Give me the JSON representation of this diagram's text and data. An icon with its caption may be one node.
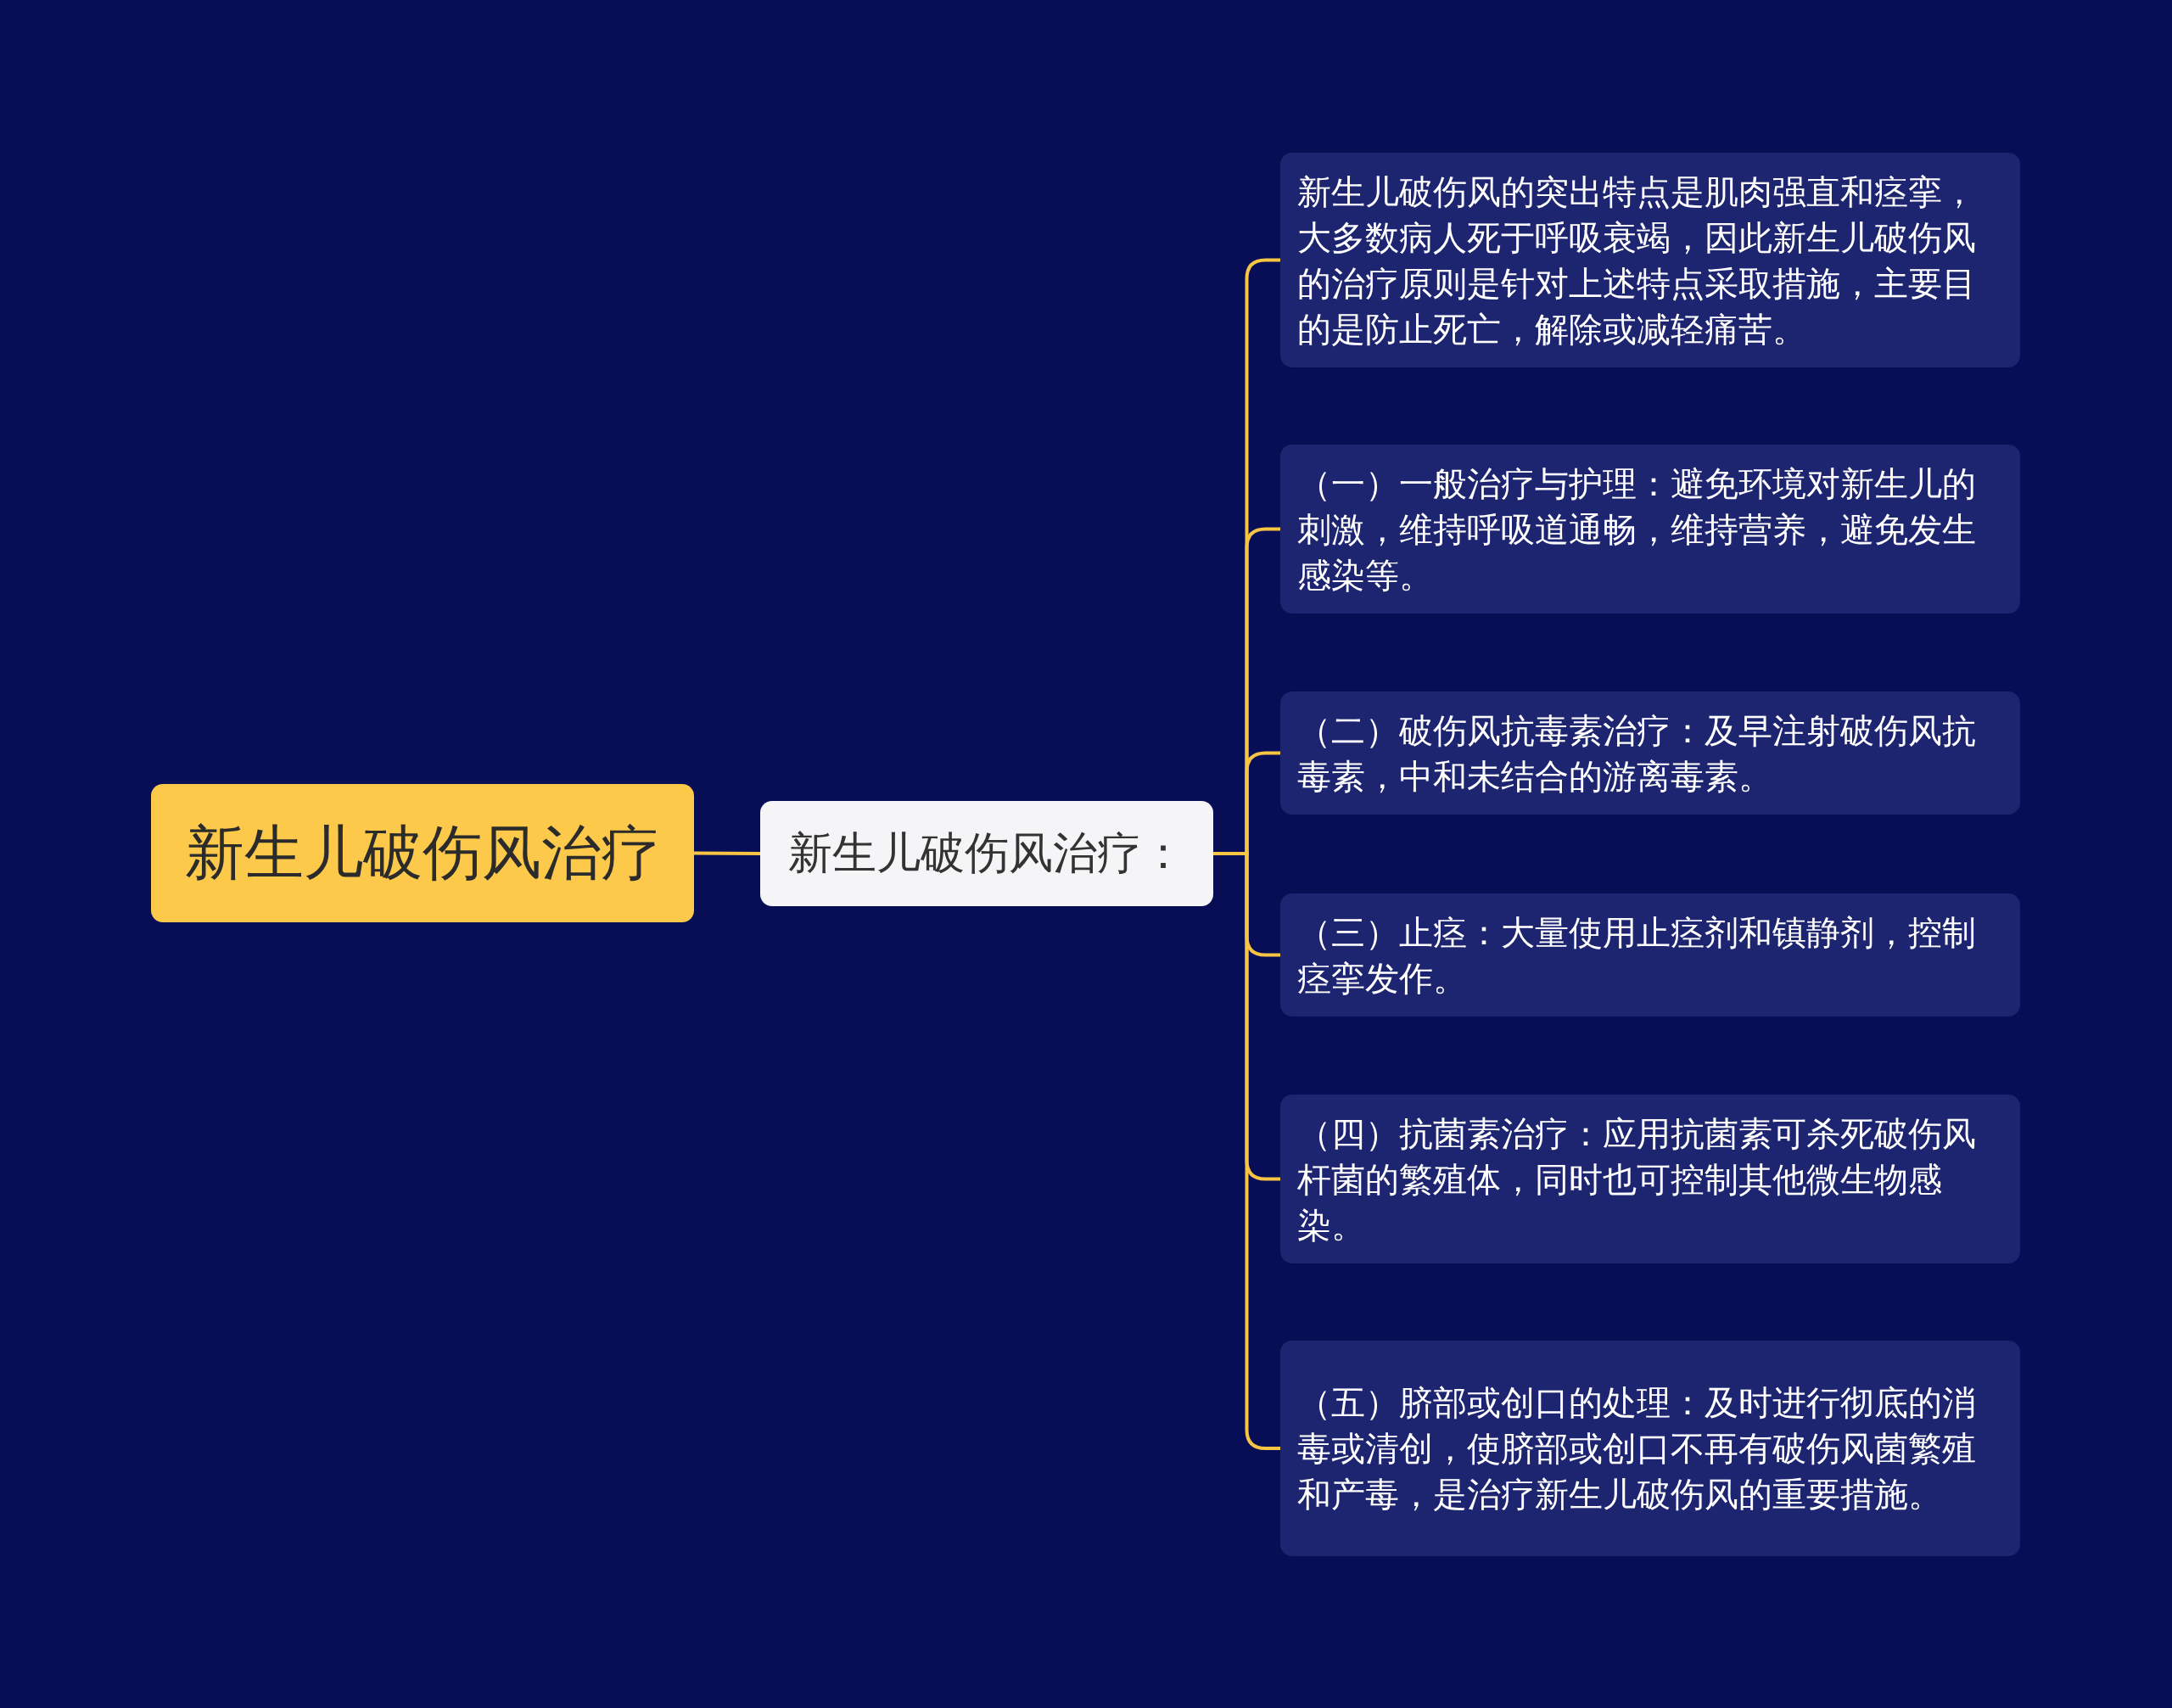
{
  "diagram": {
    "nodes": [
      {
        "text": [
          "新生儿破伤风治疗"
        ]
      },
      {
        "text": [
          "新生儿破伤风治疗："
        ]
      },
      {
        "text": [
          "新生儿破伤风的突出特点是肌肉强直和痉挛，大多数病人死于呼吸衰竭，因此新生儿破伤风的治疗原则是针对上述特点采取措施，主要目的是防止死亡，解除或减轻痛苦。"
        ]
      },
      {
        "text": [
          "（一）一般治疗与护理：避免环境对新生儿的刺激，维持呼吸道通畅，维持营养，避免发生感染等。"
        ]
      },
      {
        "text": [
          "（二）破伤风抗毒素治疗：及早注射破伤风抗毒素，中和未结合的游离毒素。"
        ]
      },
      {
        "text": [
          "（三）止痉：大量使用止痉剂和镇静剂，控制痉挛发作。"
        ]
      },
      {
        "text": [
          "（四）抗菌素治疗：应用抗菌素可杀死破伤风杆菌的繁殖体，同时也可控制其他微生物感染。"
        ]
      },
      {
        "text": [
          "（五）脐部或创口的处理：及时进行彻底的消毒或清创，使脐部或创口不再有破伤风菌繁殖和产毒，是治疗新生儿破伤风的重要措施。"
        ]
      }
    ],
    "edges": [
      {
        "from": 0,
        "to": 1,
        "arrow": "none"
      },
      {
        "from": 1,
        "to": 2,
        "arrow": "none"
      },
      {
        "from": 1,
        "to": 3,
        "arrow": "none"
      },
      {
        "from": 1,
        "to": 4,
        "arrow": "none"
      },
      {
        "from": 1,
        "to": 5,
        "arrow": "none"
      },
      {
        "from": 1,
        "to": 6,
        "arrow": "none"
      },
      {
        "from": 1,
        "to": 7,
        "arrow": "none"
      }
    ]
  }
}
